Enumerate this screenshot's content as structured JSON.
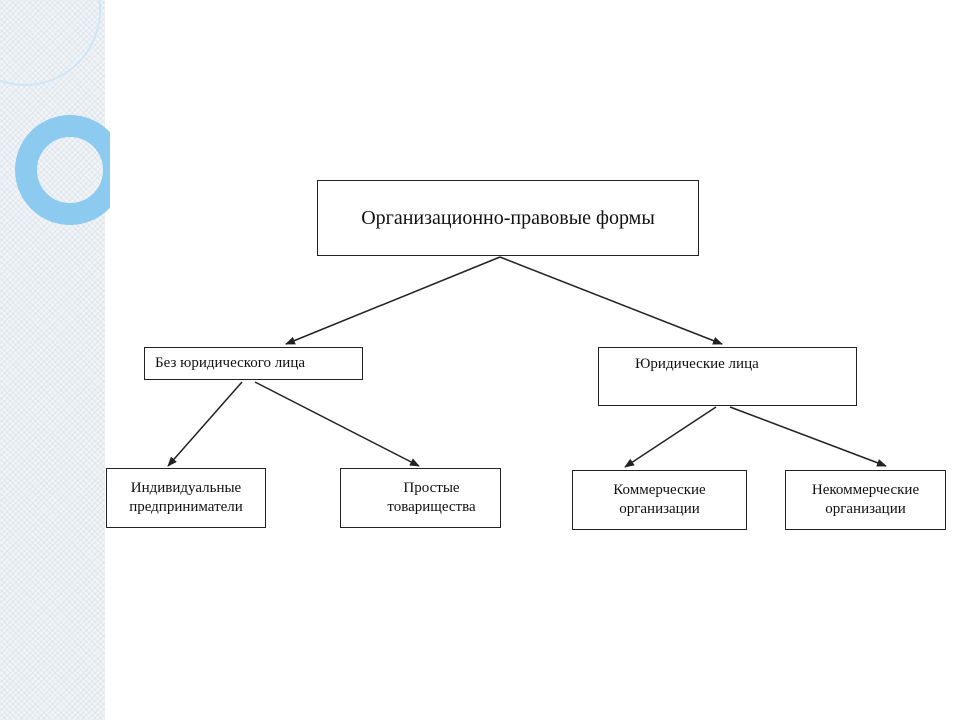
{
  "diagram": {
    "root": {
      "label": "Организационно-правовые формы"
    },
    "branches": [
      {
        "label": "Без юридического лица",
        "children": [
          "Индивидуальные предприниматели",
          "Простые товарищества"
        ]
      },
      {
        "label": "Юридические лица",
        "children": [
          "Коммерческие организации",
          "Некоммерческие организации"
        ]
      }
    ]
  },
  "colors": {
    "line": "#222222",
    "decoration": "#8ccaf0",
    "background": "#ffffff"
  }
}
